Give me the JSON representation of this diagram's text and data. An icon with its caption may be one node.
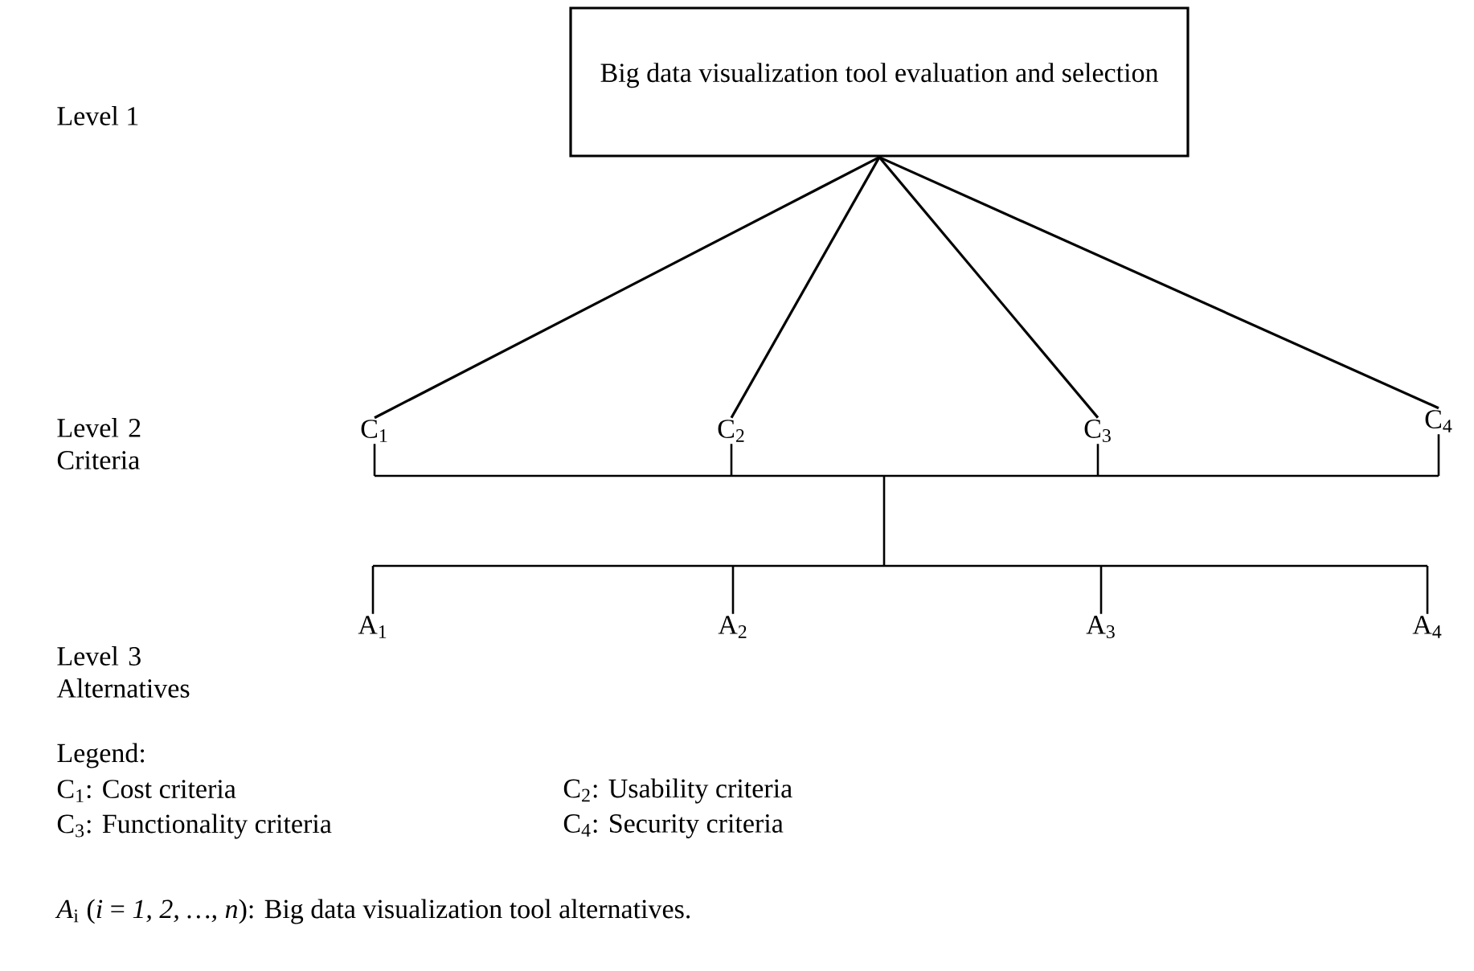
{
  "diagram": {
    "nodes": [
      {
        "text": [
          "Big data visualization tool evaluation and selection"
        ]
      },
      {
        "text": [
          "C$_{1}$"
        ]
      },
      {
        "text": [
          "C$_{2}$"
        ]
      },
      {
        "text": [
          "C$_{3}$"
        ]
      },
      {
        "text": [
          "C$_{4}$"
        ]
      },
      {
        "text": [
          "A$_{1}$"
        ]
      },
      {
        "text": [
          "A$_{2}$"
        ]
      },
      {
        "text": [
          "A$_{3}$"
        ]
      },
      {
        "text": [
          "A$_{4}$"
        ]
      }
    ],
    "edges": [
      {
        "from": 0,
        "to": 1,
        "arrow": "none"
      },
      {
        "from": 0,
        "to": 2,
        "arrow": "none"
      },
      {
        "from": 0,
        "to": 3,
        "arrow": "none"
      },
      {
        "from": 0,
        "to": 4,
        "arrow": "none"
      },
      {
        "from": 1,
        "to": 5,
        "arrow": "none"
      },
      {
        "from": 1,
        "to": 6,
        "arrow": "none"
      },
      {
        "from": 1,
        "to": 7,
        "arrow": "none"
      },
      {
        "from": 1,
        "to": 8,
        "arrow": "none"
      },
      {
        "from": 2,
        "to": 5,
        "arrow": "none"
      },
      {
        "from": 2,
        "to": 6,
        "arrow": "none"
      },
      {
        "from": 2,
        "to": 7,
        "arrow": "none"
      },
      {
        "from": 2,
        "to": 8,
        "arrow": "none"
      },
      {
        "from": 3,
        "to": 5,
        "arrow": "none"
      },
      {
        "from": 3,
        "to": 6,
        "arrow": "none"
      },
      {
        "from": 3,
        "to": 7,
        "arrow": "none"
      },
      {
        "from": 3,
        "to": 8,
        "arrow": "none"
      },
      {
        "from": 4,
        "to": 5,
        "arrow": "none"
      },
      {
        "from": 4,
        "to": 6,
        "arrow": "none"
      },
      {
        "from": 4,
        "to": 7,
        "arrow": "none"
      },
      {
        "from": 4,
        "to": 8,
        "arrow": "none"
      }
    ],
    "labels": [
      "Level 1",
      "Level 2 Criteria",
      "Level 3 Alternatives",
      "Legend:",
      "C$_{1}$: Cost criteria",
      "C$_{2}$: Usability criteria",
      "C$_{3}$: Functionality criteria",
      "C$_{4}$: Security criteria",
      "*A*$_{i}$ (*i* = *1, 2, …, n*): Big data visualization tool alternatives."
    ]
  }
}
